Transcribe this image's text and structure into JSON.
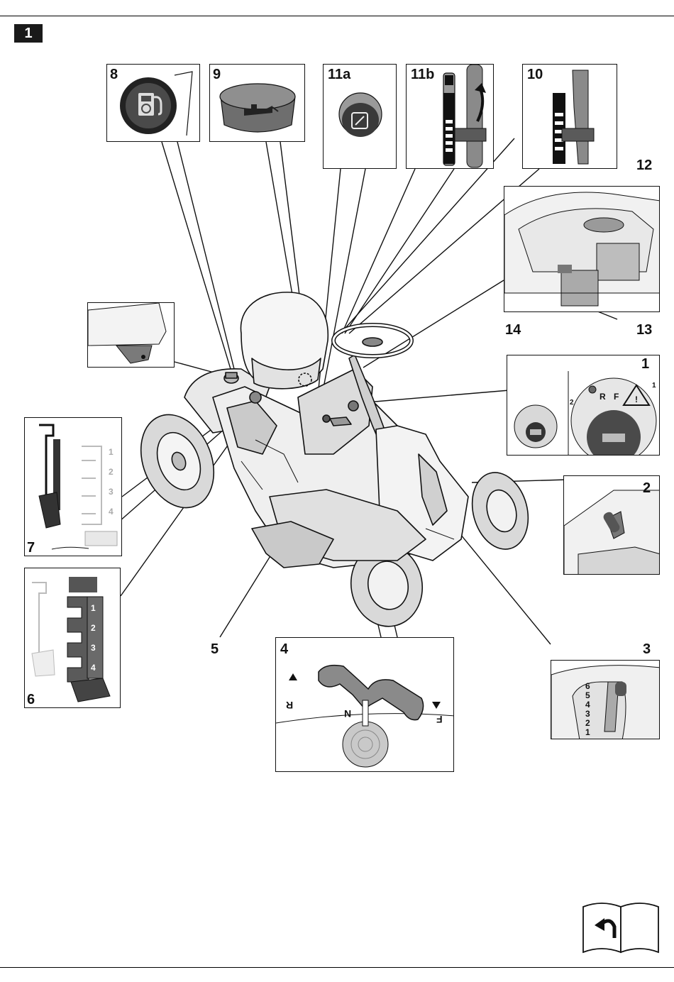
{
  "figure": {
    "number": "1"
  },
  "callouts": {
    "c1": "1",
    "c2": "2",
    "c3": "3",
    "c4": "4",
    "c5": "5",
    "c6": "6",
    "c7": "7",
    "c8": "8",
    "c9": "9",
    "c10": "10",
    "c11a": "11a",
    "c11b": "11b",
    "c12": "12",
    "c13": "13",
    "c14": "14"
  },
  "detail_texts": {
    "ignition_r": "R",
    "ignition_f": "F",
    "ignition_sub1": "1",
    "ignition_sub2": "2",
    "gear_r": "R",
    "gear_n": "N",
    "gear_f": "F",
    "speed_scale": [
      "6",
      "5",
      "4",
      "3",
      "2",
      "1"
    ],
    "height_scale": [
      "1",
      "2",
      "3",
      "4"
    ]
  },
  "icons": {
    "fuel": "fuel-pump-icon",
    "oil": "oil-can-icon",
    "manual": "refer-to-manual-icon"
  },
  "colors": {
    "ink": "#111111",
    "mid_gray": "#8a8a8a",
    "light_gray": "#d6d6d6",
    "dark_gray": "#3a3a3a"
  }
}
